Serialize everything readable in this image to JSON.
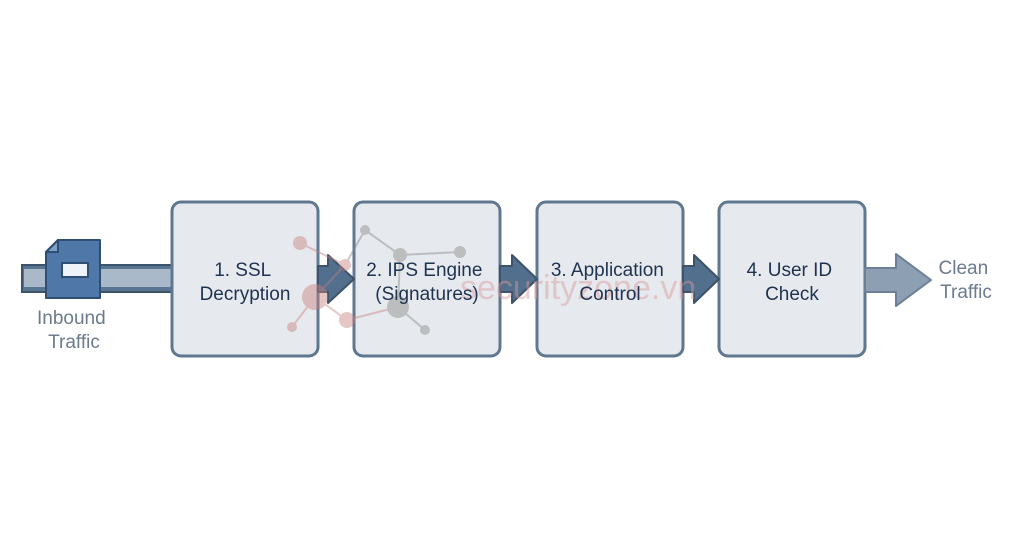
{
  "diagram": {
    "input_label": [
      "Inbound",
      "Traffic"
    ],
    "output_label": [
      "Clean",
      "Traffic"
    ],
    "stages": [
      {
        "lines": [
          "1. SSL",
          "Decryption"
        ]
      },
      {
        "lines": [
          "2. IPS Engine",
          "(Signatures)"
        ]
      },
      {
        "lines": [
          "3. Application",
          "Control"
        ]
      },
      {
        "lines": [
          "4. User ID",
          "Check"
        ]
      }
    ],
    "watermark": "securityzone.vn",
    "colors": {
      "box_fill": "#e6e9ee",
      "box_stroke": "#5f7890",
      "arrow": "#52708e",
      "end_arrow": "#8d9fb3",
      "text": "#1f3350",
      "muted_text": "#6b7b8d",
      "doc_icon": "#4f77a8"
    },
    "icons": [
      "document-icon",
      "network-watermark-icon"
    ]
  }
}
